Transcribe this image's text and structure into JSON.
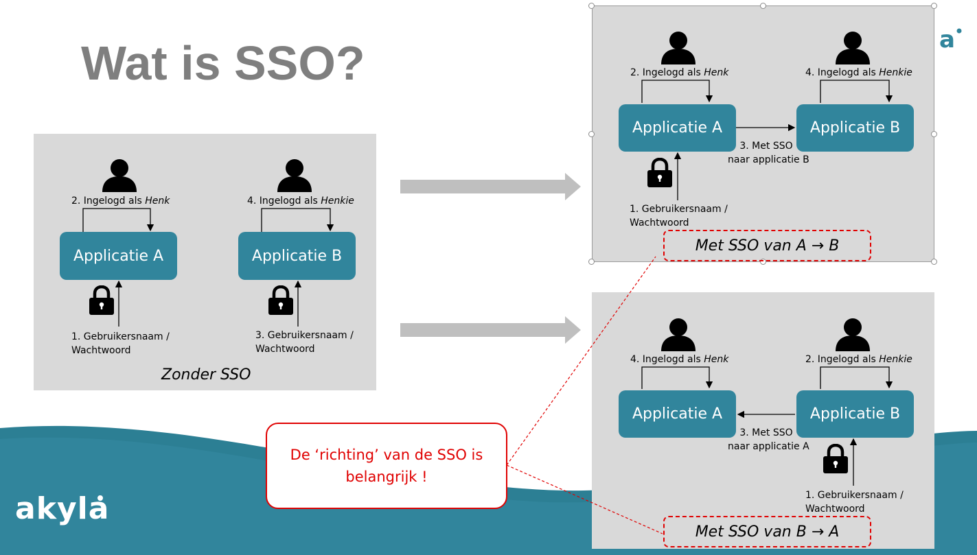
{
  "title": "Wat is SSO?",
  "colors": {
    "accent": "#31859c",
    "highlight": "#e00000",
    "panel": "#d9d9d9",
    "title": "#7f7f7f"
  },
  "left_panel": {
    "caption": "Zonder SSO",
    "app_a": "Applicatie A",
    "app_b": "Applicatie B",
    "login_a_prefix": "2. Ingelogd als ",
    "login_a_user": "Henk",
    "login_b_prefix": "4. Ingelogd als ",
    "login_b_user": "Henkie",
    "cred_a_line1": "1. Gebruikersnaam /",
    "cred_a_line2": "Wachtwoord",
    "cred_b_line1": "3. Gebruikersnaam /",
    "cred_b_line2": "Wachtwoord"
  },
  "top_right_panel": {
    "caption": "Met SSO van A → B",
    "app_a": "Applicatie A",
    "app_b": "Applicatie B",
    "login_a_prefix": "2. Ingelogd als ",
    "login_a_user": "Henk",
    "login_b_prefix": "4. Ingelogd als ",
    "login_b_user": "Henkie",
    "sso_line1": "3. Met SSO",
    "sso_line2": "naar applicatie B",
    "cred_line1": "1. Gebruikersnaam /",
    "cred_line2": "Wachtwoord"
  },
  "bottom_right_panel": {
    "caption": "Met SSO van B → A",
    "app_a": "Applicatie A",
    "app_b": "Applicatie B",
    "login_a_prefix": "4. Ingelogd als ",
    "login_a_user": "Henk",
    "login_b_prefix": "2. Ingelogd als ",
    "login_b_user": "Henkie",
    "sso_line1": "3. Met SSO",
    "sso_line2": "naar applicatie A",
    "cred_line1": "1. Gebruikersnaam /",
    "cred_line2": "Wachtwoord"
  },
  "callout": {
    "line1": "De ‘richting’ van de SSO is",
    "line2": "belangrijk !"
  },
  "brand": {
    "logo_text": "akyla",
    "logo_small": "a"
  },
  "icons": {
    "user": "user-icon",
    "lock": "padlock-icon",
    "arrow": "big-arrow-icon"
  }
}
